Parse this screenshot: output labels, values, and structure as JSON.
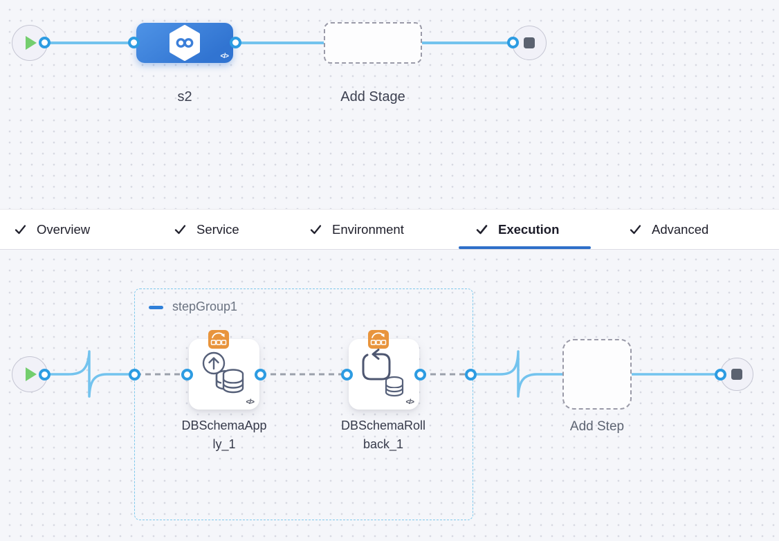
{
  "stage_canvas": {
    "start_node": "start",
    "node": {
      "label": "s2",
      "code_glyph": "</>"
    },
    "add_stage": {
      "label": "Add Stage"
    },
    "end_node": "stop"
  },
  "tabs": {
    "items": [
      {
        "label": "Overview",
        "checked": true,
        "active": false
      },
      {
        "label": "Service",
        "checked": true,
        "active": false
      },
      {
        "label": "Environment",
        "checked": true,
        "active": false
      },
      {
        "label": "Execution",
        "checked": true,
        "active": true
      },
      {
        "label": "Advanced",
        "checked": true,
        "active": false
      }
    ]
  },
  "execution_canvas": {
    "group": {
      "label": "stepGroup1"
    },
    "steps": [
      {
        "name": "DBSchemaApply_1",
        "code_glyph": "</>"
      },
      {
        "name": "DBSchemaRollback_1",
        "code_glyph": "</>"
      }
    ],
    "add_step": {
      "label": "Add Step"
    },
    "start_node": "start",
    "end_node": "stop"
  },
  "icons": {
    "plus": "+",
    "check": "✓",
    "minus": "−",
    "play": "▶",
    "stop": "■",
    "code": "</>",
    "infinity": "∞"
  },
  "colors": {
    "canvas_bg": "#f5f6fa",
    "canvas_dot": "#d7d9e2",
    "edge_blue": "#73c3ee",
    "edge_dashed_gray": "#9aa0ab",
    "connector_ring": "#2d9ce2",
    "node_blue": "#3c82dd",
    "tab_underline": "#2e6fc9",
    "group_border": "#7cc8ec",
    "badge_orange": "#e8943c",
    "play_green": "#74ce6e",
    "stop_gray": "#5b6270"
  }
}
